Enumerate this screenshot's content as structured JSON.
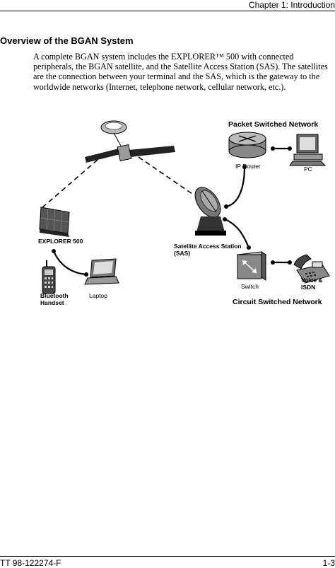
{
  "header": {
    "chapter": "Chapter 1: Introduction"
  },
  "section": {
    "title": "Overview of the BGAN System",
    "body": "A complete BGAN system includes the EXPLORER™ 500 with connected peripherals, the BGAN satellite, and the Satellite Access Station (SAS). The satellites are the connection between your terminal and the SAS, which is the gateway to the worldwide networks (Internet, telephone network, cellular network, etc.)."
  },
  "diagram": {
    "packet_network": "Packet Switched Network",
    "ip_router": "IP Router",
    "pc": "PC",
    "explorer": "EXPLORER 500",
    "sas_line1": "Satellite Access Station",
    "sas_line2": "(SAS)",
    "bluetooth_line1": "Bluetooth",
    "bluetooth_line2": "Handset",
    "laptop": "Laptop",
    "switch": "Switch",
    "voice_line1": "Voice &",
    "voice_line2": "ISDN",
    "circuit_network": "Circuit Switched Network"
  },
  "footer": {
    "doc_number": "TT 98-122274-F",
    "page": "1-3"
  }
}
